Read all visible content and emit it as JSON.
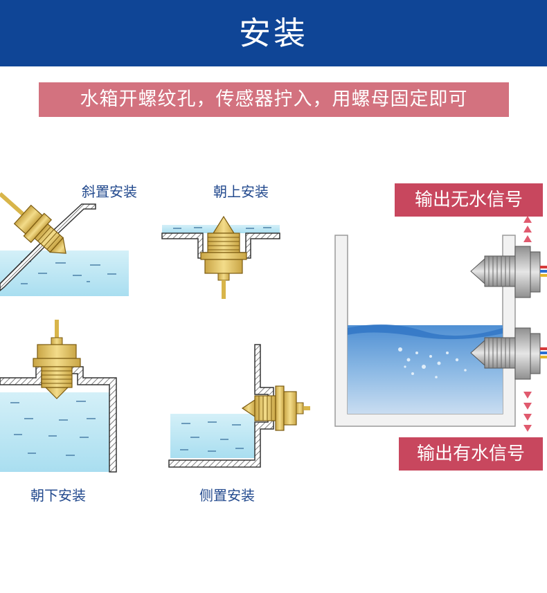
{
  "header": {
    "title": "安装",
    "bg_color": "#0f4596"
  },
  "subtitle": {
    "text": "水箱开螺纹孔，传感器拧入，用螺母固定即可",
    "bg_color": "#d3727f"
  },
  "methods": {
    "oblique": "斜置安装",
    "upward": "朝上安装",
    "downward": "朝下安装",
    "side": "侧置安装"
  },
  "signals": {
    "no_water": "输出无水信号",
    "has_water": "输出有水信号",
    "color": "#c8475e"
  },
  "colors": {
    "water": "#bfe9f4",
    "brass": "#e7c86a",
    "label": "#234a8e"
  }
}
